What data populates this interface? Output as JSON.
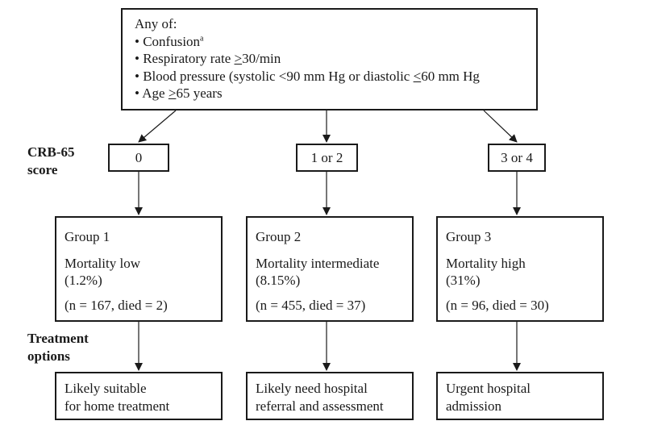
{
  "criteria": {
    "heading": "Any of:",
    "items": [
      {
        "bullet": "•",
        "parts": [
          "Confusion",
          "a",
          ""
        ]
      },
      {
        "bullet": "•",
        "parts": [
          "Respiratory rate ",
          ">",
          "30/min"
        ]
      },
      {
        "bullet": "•",
        "parts": [
          "Blood pressure (systolic <90 mm Hg or diastolic ",
          "<",
          "60 mm Hg"
        ]
      },
      {
        "bullet": "•",
        "parts": [
          "Age ",
          ">",
          "65 years"
        ]
      }
    ]
  },
  "score_label": {
    "line1": "CRB-65",
    "line2": "score"
  },
  "treatment_label": {
    "line1": "Treatment",
    "line2": "options"
  },
  "branches": [
    {
      "score": "0",
      "group": "Group 1",
      "mortality": "Mortality low",
      "percent": " (1.2%)",
      "counts": "(n = 167, died = 2)",
      "treatment_line1": "Likely suitable",
      "treatment_line2": "for home treatment"
    },
    {
      "score": "1 or 2",
      "group": "Group 2",
      "mortality": "Mortality intermediate",
      "percent": "(8.15%)",
      "counts": "(n = 455, died = 37)",
      "treatment_line1": "Likely need hospital",
      "treatment_line2": "referral and assessment"
    },
    {
      "score": "3 or 4",
      "group": "Group 3",
      "mortality": "Mortality high",
      "percent": "(31%)",
      "counts": "(n = 96, died = 30)",
      "treatment_line1": "Urgent hospital",
      "treatment_line2": "admission"
    }
  ]
}
